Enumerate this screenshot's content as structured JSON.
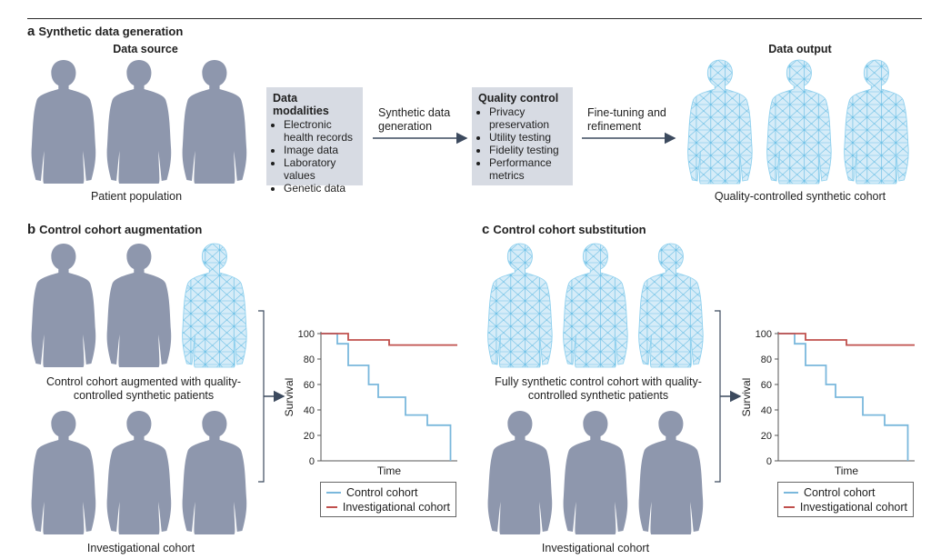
{
  "panel_a": {
    "letter": "a",
    "title": "Synthetic data generation",
    "data_source_label": "Data source",
    "patient_population_label": "Patient population",
    "modalities_box": {
      "title": "Data modalities",
      "items": [
        "Electronic health records",
        "Image data",
        "Laboratory values",
        "Genetic data"
      ]
    },
    "arrow1_label": "Synthetic data generation",
    "quality_box": {
      "title": "Quality control",
      "items": [
        "Privacy preservation",
        "Utility testing",
        "Fidelity testing",
        "Performance metrics"
      ]
    },
    "arrow2_label": "Fine-tuning and refinement",
    "data_output_label": "Data output",
    "output_caption": "Quality-controlled synthetic cohort"
  },
  "panel_b": {
    "letter": "b",
    "title": "Control cohort augmentation",
    "control_caption": "Control cohort augmented with quality-controlled synthetic patients",
    "investigational_caption": "Investigational cohort"
  },
  "panel_c": {
    "letter": "c",
    "title": "Control cohort substitution",
    "control_caption": "Fully synthetic control cohort with quality-controlled synthetic patients",
    "investigational_caption": "Investigational cohort"
  },
  "colors": {
    "real_patient": "#8e97ad",
    "synthetic_fill": "#d6ecf8",
    "synthetic_mesh": "#6cc0e6",
    "control_line": "#7ab8dc",
    "investigational_line": "#c0504d",
    "box_fill": "#d7dbe3",
    "arrow": "#3c4a5e"
  },
  "chart_data": [
    {
      "type": "line",
      "panel": "b",
      "xlabel": "Time",
      "ylabel": "Survival",
      "ylim": [
        0,
        100
      ],
      "yticks": [
        0,
        20,
        40,
        60,
        80,
        100
      ],
      "xlim": [
        0,
        10
      ],
      "grid": false,
      "legend_position": "bottom",
      "series": [
        {
          "name": "Control cohort",
          "step": true,
          "x": [
            0,
            1.2,
            2.0,
            3.5,
            4.2,
            6.2,
            7.8,
            9.5,
            9.5
          ],
          "y": [
            100,
            92,
            75,
            60,
            50,
            36,
            28,
            28,
            0
          ]
        },
        {
          "name": "Investigational cohort",
          "step": true,
          "x": [
            0,
            2.0,
            5.0,
            10.0
          ],
          "y": [
            100,
            95,
            91,
            91
          ]
        }
      ]
    },
    {
      "type": "line",
      "panel": "c",
      "xlabel": "Time",
      "ylabel": "Survival",
      "ylim": [
        0,
        100
      ],
      "yticks": [
        0,
        20,
        40,
        60,
        80,
        100
      ],
      "xlim": [
        0,
        10
      ],
      "grid": false,
      "legend_position": "bottom",
      "series": [
        {
          "name": "Control cohort",
          "step": true,
          "x": [
            0,
            1.2,
            2.0,
            3.5,
            4.2,
            6.2,
            7.8,
            9.5,
            9.5
          ],
          "y": [
            100,
            92,
            75,
            60,
            50,
            36,
            28,
            28,
            0
          ]
        },
        {
          "name": "Investigational cohort",
          "step": true,
          "x": [
            0,
            2.0,
            5.0,
            10.0
          ],
          "y": [
            100,
            95,
            91,
            91
          ]
        }
      ]
    }
  ]
}
